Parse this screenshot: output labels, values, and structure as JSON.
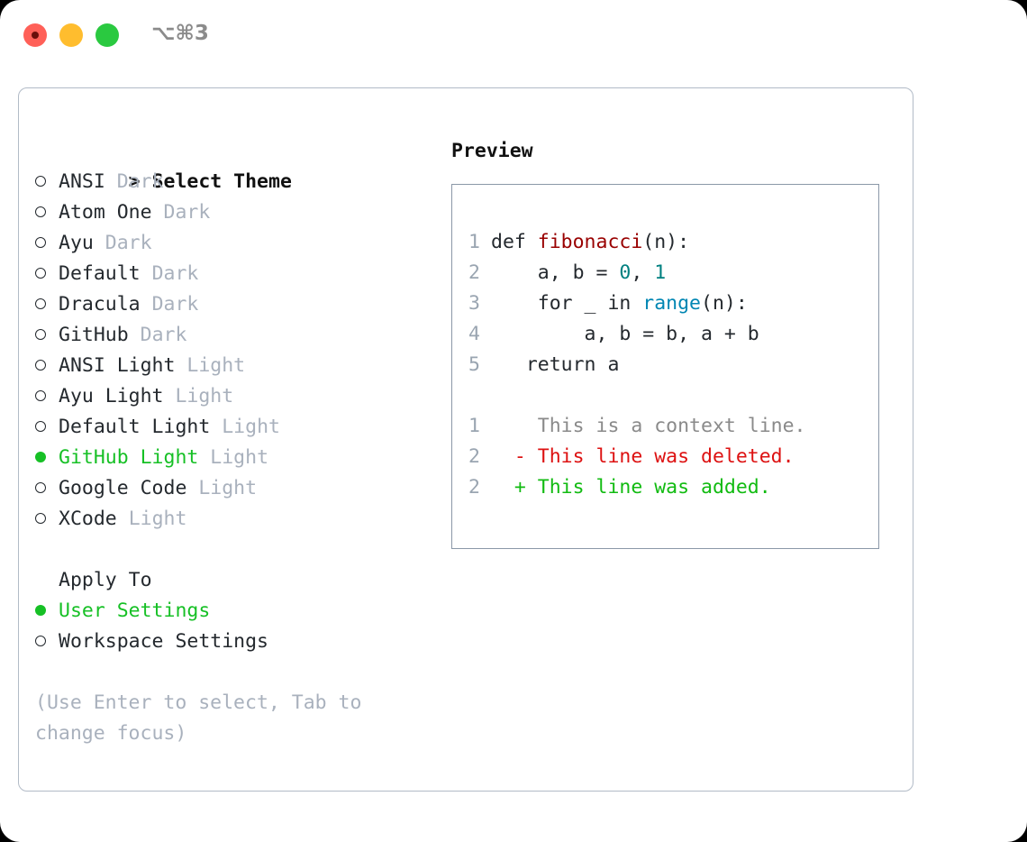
{
  "titlebar": {
    "shortcut": "⌥⌘3",
    "buttons": {
      "close": "close",
      "minimize": "minimize",
      "maximize": "maximize"
    }
  },
  "theme_panel": {
    "header_marker": ">",
    "header": "Select Theme",
    "items": [
      {
        "marker": "empty",
        "label": "ANSI",
        "tag": "Dark",
        "selected": false
      },
      {
        "marker": "empty",
        "label": "Atom One",
        "tag": "Dark",
        "selected": false
      },
      {
        "marker": "empty",
        "label": "Ayu",
        "tag": "Dark",
        "selected": false
      },
      {
        "marker": "empty",
        "label": "Default",
        "tag": "Dark",
        "selected": false
      },
      {
        "marker": "empty",
        "label": "Dracula",
        "tag": "Dark",
        "selected": false
      },
      {
        "marker": "empty",
        "label": "GitHub",
        "tag": "Dark",
        "selected": false
      },
      {
        "marker": "empty",
        "label": "ANSI Light",
        "tag": "Light",
        "selected": false
      },
      {
        "marker": "empty",
        "label": "Ayu Light",
        "tag": "Light",
        "selected": false
      },
      {
        "marker": "empty",
        "label": "Default Light",
        "tag": "Light",
        "selected": false
      },
      {
        "marker": "filled",
        "label": "GitHub Light",
        "tag": "Light",
        "selected": true
      },
      {
        "marker": "empty",
        "label": "Google Code",
        "tag": "Light",
        "selected": false
      },
      {
        "marker": "empty",
        "label": "XCode",
        "tag": "Light",
        "selected": false
      }
    ]
  },
  "apply_to": {
    "header": "Apply To",
    "options": [
      {
        "marker": "filled",
        "label": "User Settings",
        "selected": true
      },
      {
        "marker": "empty",
        "label": "Workspace Settings",
        "selected": false
      }
    ]
  },
  "hint": "(Use Enter to select, Tab to change focus)",
  "preview": {
    "title": "Preview",
    "code_lines": [
      {
        "num": "1",
        "segments": [
          {
            "text": "def ",
            "style": "plain"
          },
          {
            "text": "fibonacci",
            "style": "func"
          },
          {
            "text": "(n):",
            "style": "plain"
          }
        ]
      },
      {
        "num": "2",
        "segments": [
          {
            "text": "    a, b = ",
            "style": "plain"
          },
          {
            "text": "0",
            "style": "num"
          },
          {
            "text": ", ",
            "style": "plain"
          },
          {
            "text": "1",
            "style": "num"
          }
        ]
      },
      {
        "num": "3",
        "segments": [
          {
            "text": "    for _ in ",
            "style": "plain"
          },
          {
            "text": "range",
            "style": "fn"
          },
          {
            "text": "(n):",
            "style": "plain"
          }
        ]
      },
      {
        "num": "4",
        "segments": [
          {
            "text": "        a, b = b, a + b",
            "style": "plain"
          }
        ]
      },
      {
        "num": "5",
        "segments": [
          {
            "text": "   return a",
            "style": "plain"
          }
        ]
      }
    ],
    "diff_lines": [
      {
        "num": "1",
        "marker": "  ",
        "text": "This is a context line.",
        "style": "ctx"
      },
      {
        "num": "2",
        "marker": "- ",
        "text": "This line was deleted.",
        "style": "del"
      },
      {
        "num": "2",
        "marker": "+ ",
        "text": "This line was added.",
        "style": "add"
      }
    ]
  },
  "colors": {
    "selected_green": "#16c025",
    "tag_gray": "#a9b1bd",
    "border": "#b2bbc7",
    "code_border": "#8b98a8",
    "func_red": "#990000",
    "number_teal": "#008080",
    "builtin_blue": "#0086b3",
    "diff_del": "#dd1111",
    "diff_add": "#11bb11",
    "line_number": "#9aa5b1"
  }
}
